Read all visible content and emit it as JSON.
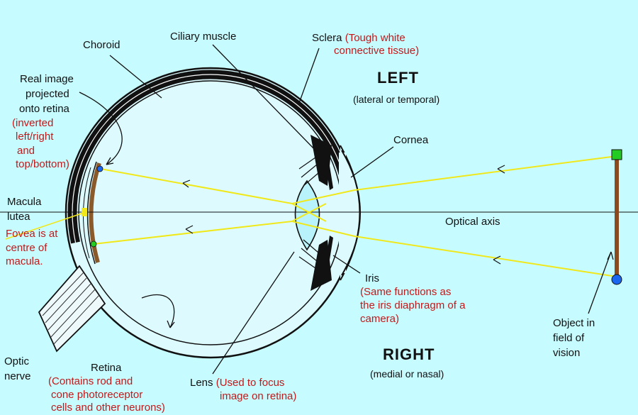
{
  "labels": {
    "choroid": "Choroid",
    "ciliary_muscle": "Ciliary muscle",
    "sclera": "Sclera",
    "sclera_note_1": "(Tough white",
    "sclera_note_2": "connective tissue)",
    "left": "LEFT",
    "left_sub": "(lateral or temporal)",
    "real_image_1": "Real image",
    "real_image_2": "projected",
    "real_image_3": "onto retina",
    "inverted_1": "(inverted",
    "inverted_2": "left/right",
    "inverted_3": "and",
    "inverted_4": "top/bottom)",
    "cornea": "Cornea",
    "macula_1": "Macula",
    "macula_2": "lutea",
    "fovea_1": "Fovea is at",
    "fovea_2": "centre of",
    "fovea_3": "macula.",
    "optical_axis": "Optical axis",
    "iris": "Iris",
    "iris_note_1": "(Same functions as",
    "iris_note_2": "the iris diaphragm of a",
    "iris_note_3": "camera)",
    "object_1": "Object in",
    "object_2": "field of",
    "object_3": "vision",
    "right": "RIGHT",
    "right_sub": "(medial or nasal)",
    "optic_1": "Optic",
    "optic_2": "nerve",
    "retina": "Retina",
    "retina_note_1": "(Contains rod and",
    "retina_note_2": "cone photoreceptor",
    "retina_note_3": "cells and other neurons)",
    "lens": "Lens",
    "lens_note_1": "(Used to focus",
    "lens_note_2": "image on retina)"
  },
  "colors": {
    "background": "#c6fbff",
    "eye_fill": "#ddfbff",
    "lens_fill": "#b8f3fb",
    "ray": "#f0e81a",
    "note_red": "#c21a1a",
    "object_top": "#22cc22",
    "object_bottom": "#1a66ee",
    "object_shaft": "#8b4a1e"
  }
}
